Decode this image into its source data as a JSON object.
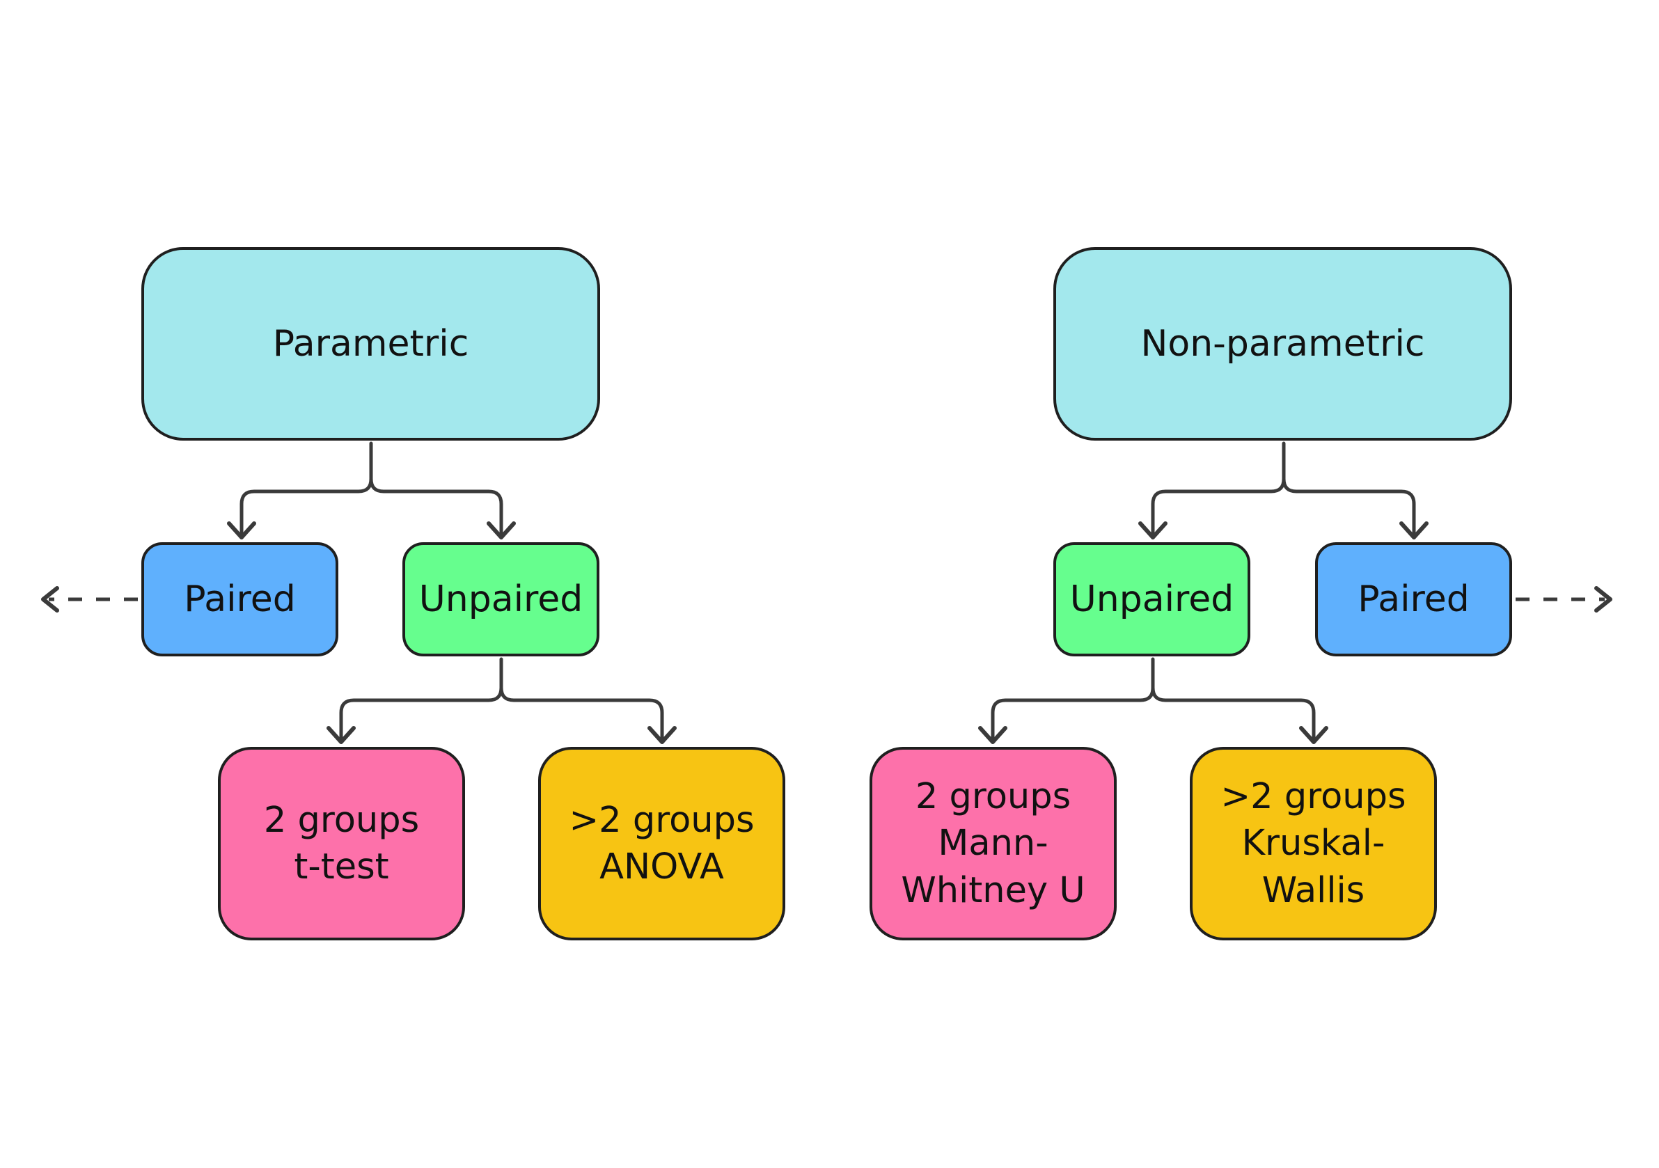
{
  "colors": {
    "category_fill": "#a3e8ed",
    "paired_fill": "#5fb0fd",
    "unpaired_fill": "#66fe8e",
    "two_groups_fill": "#fd71aa",
    "many_groups_fill": "#f7c413",
    "border": "#1f1f1f",
    "connector": "#3a3a3a"
  },
  "left_tree": {
    "root": "Parametric",
    "paired": "Paired",
    "unpaired": "Unpaired",
    "two_groups": {
      "line1": "2 groups",
      "line2": "t-test"
    },
    "many_groups": {
      "line1": ">2 groups",
      "line2": "ANOVA"
    }
  },
  "right_tree": {
    "root": "Non-parametric",
    "unpaired": "Unpaired",
    "paired": "Paired",
    "two_groups": {
      "line1": "2 groups",
      "line2": "Mann-",
      "line3": "Whitney U"
    },
    "many_groups": {
      "line1": ">2 groups",
      "line2": "Kruskal-",
      "line3": "Wallis"
    }
  }
}
